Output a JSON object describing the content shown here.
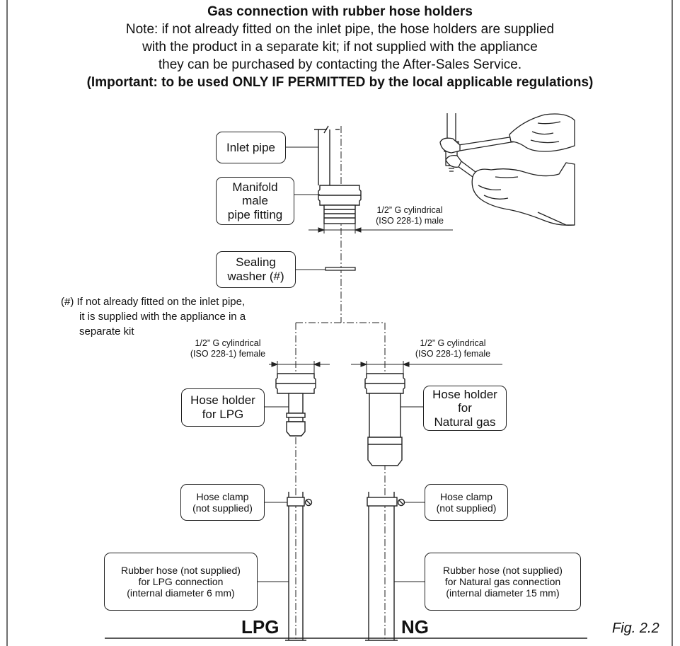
{
  "header": {
    "title": "Gas connection with rubber hose holders",
    "note_lines": [
      "Note: if not already fitted on the inlet pipe, the hose holders are supplied",
      "with the product in a separate kit; if not supplied with the appliance",
      "they can be purchased by contacting the After-Sales Service."
    ],
    "important": "(Important: to be used ONLY IF PERMITTED by the local applicable regulations)"
  },
  "labels": {
    "inlet_pipe": "Inlet pipe",
    "manifold_fitting": "Manifold\nmale\npipe fitting",
    "male_thread": "1/2” G cylindrical\n(ISO 228-1) male",
    "sealing_washer": "Sealing\nwasher (#)",
    "footnote_lines": [
      "(#) If not already fitted on the inlet pipe,",
      "it is supplied with the appliance in a",
      "separate kit"
    ],
    "female_thread_lpg": "1/2” G cylindrical\n(ISO 228-1) female",
    "female_thread_ng": "1/2” G cylindrical\n(ISO 228-1) female",
    "hose_holder_lpg": "Hose holder\nfor LPG",
    "hose_holder_ng": "Hose holder\nfor\nNatural gas",
    "hose_clamp_lpg": "Hose clamp\n(not supplied)",
    "hose_clamp_ng": "Hose clamp\n(not supplied)",
    "rubber_hose_lpg": "Rubber hose (not supplied)\nfor LPG connection\n(internal diameter 6 mm)",
    "rubber_hose_ng": "Rubber hose (not supplied)\nfor Natural gas connection\n(internal diameter 15 mm)",
    "base_lpg": "LPG",
    "base_ng": "NG",
    "figure": "Fig. 2.2"
  }
}
